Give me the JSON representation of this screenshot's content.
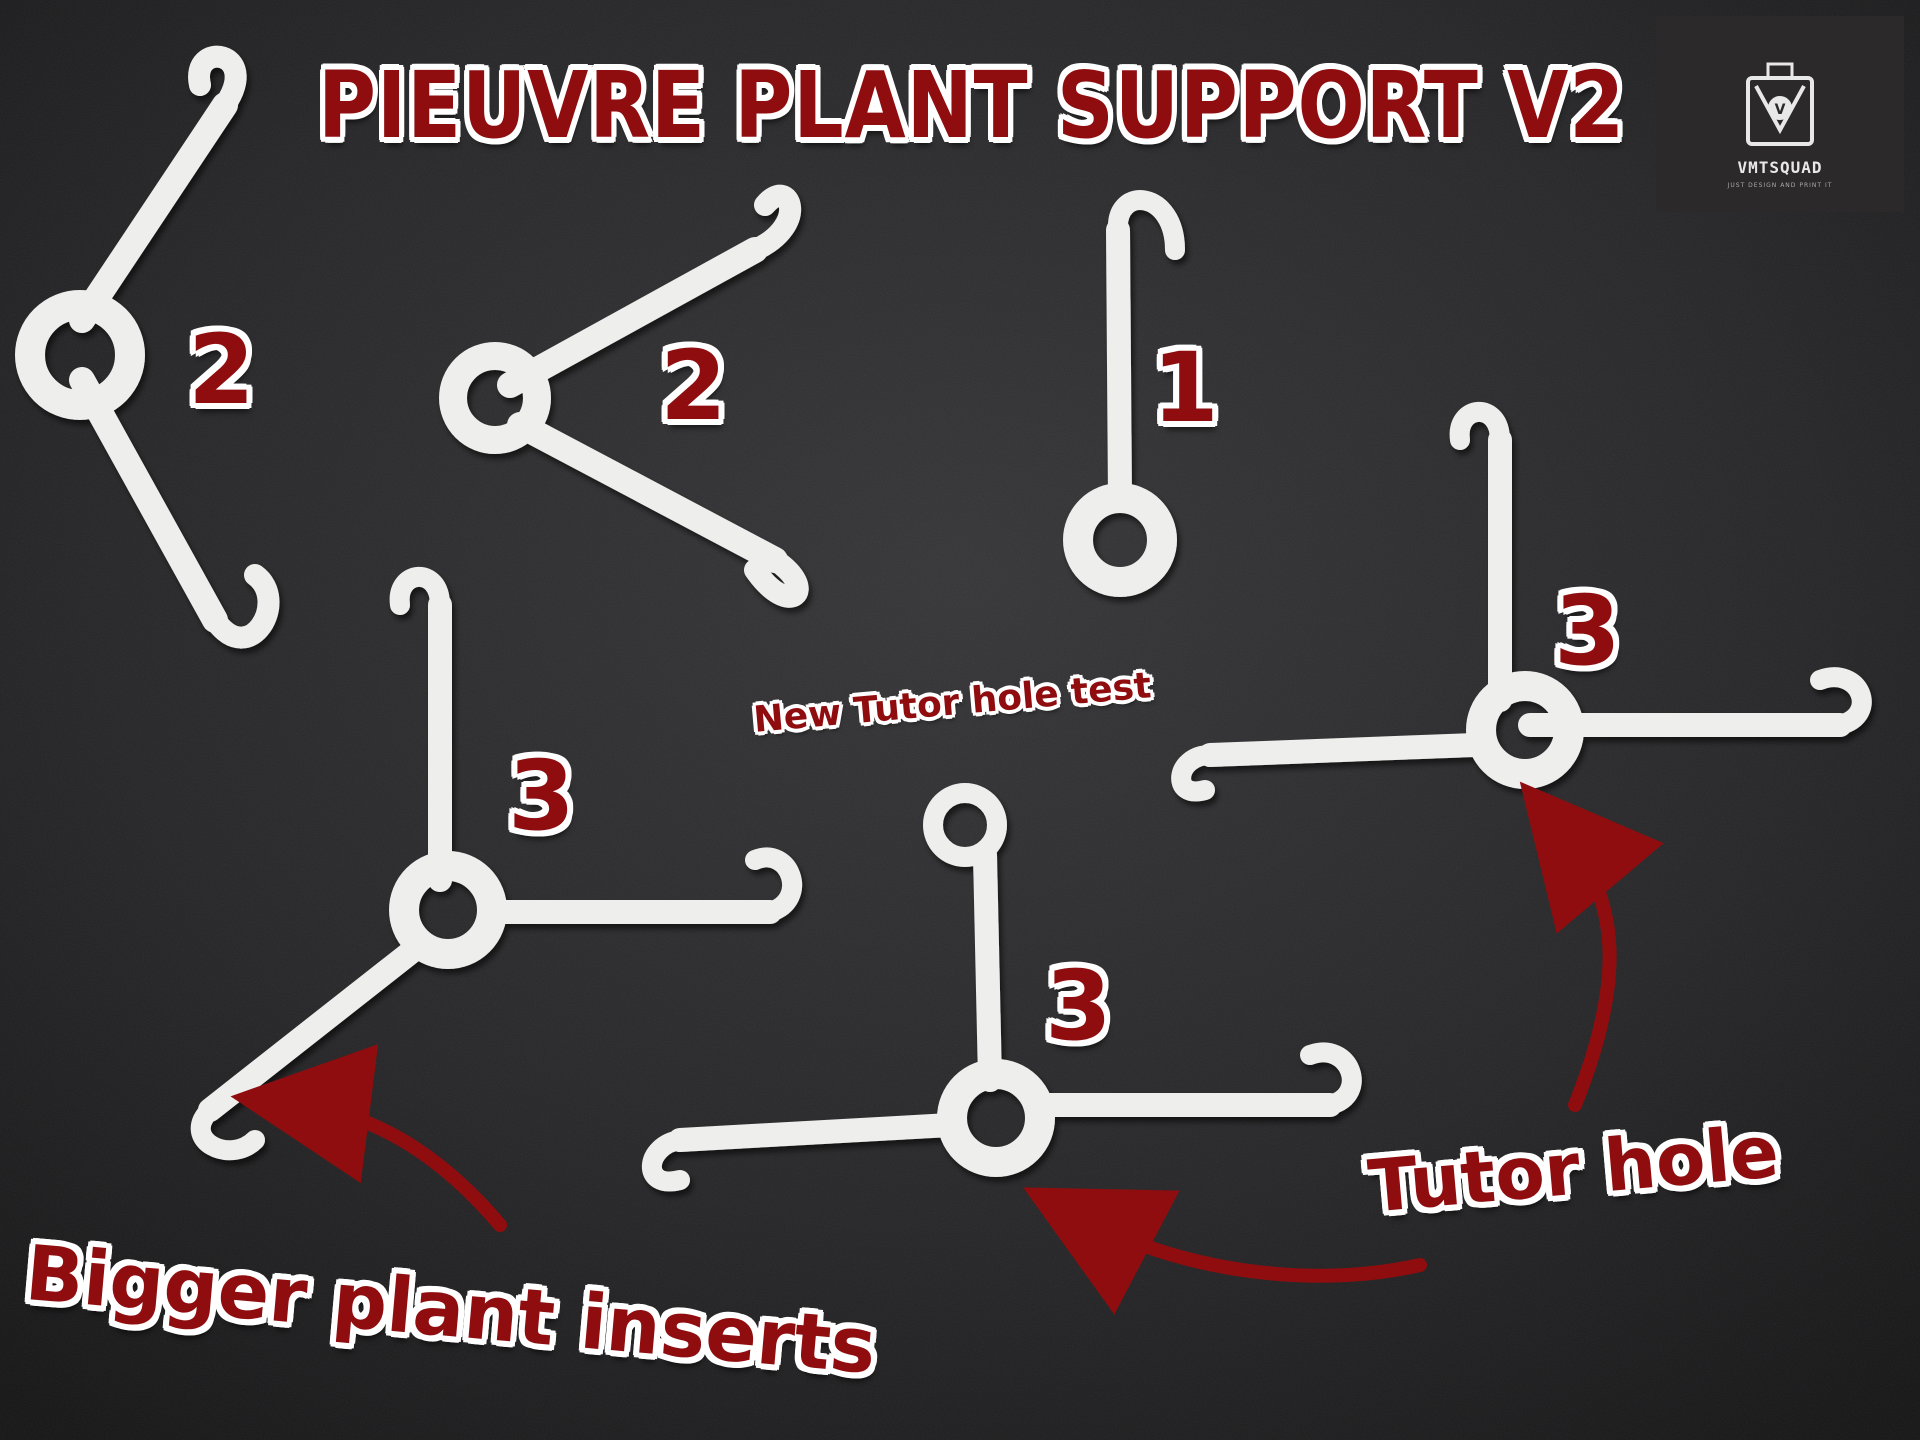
{
  "title": "PIEUVRE PLANT SUPPORT V2",
  "piece_numbers": {
    "one": "1",
    "two_a": "2",
    "two_b": "2",
    "three_a": "3",
    "three_b": "3",
    "three_c": "3"
  },
  "annotations": {
    "new_tutor_test": "New Tutor hole test",
    "tutor_hole": "Tutor hole",
    "bigger_inserts": "Bigger plant inserts"
  },
  "logo": {
    "name": "VMTSQUAD",
    "tagline": "JUST DESIGN AND PRINT IT",
    "mark": "V"
  },
  "colors": {
    "label_red": "#8f0d0f",
    "outline": "#ffffff",
    "leather": "#1c1c1e",
    "plastic": "#eeeeec"
  }
}
